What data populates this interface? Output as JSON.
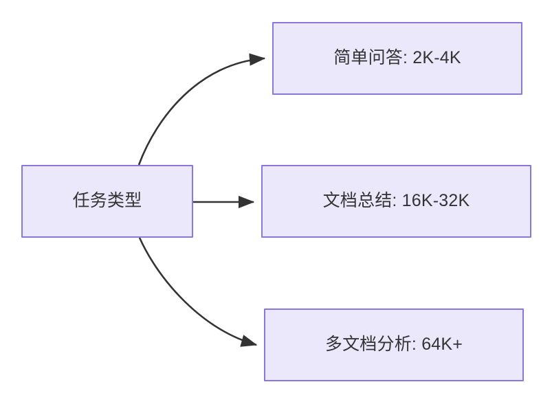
{
  "diagram": {
    "type": "flowchart",
    "direction": "left-to-right",
    "background_color": "#ffffff",
    "node_fill_color": "#ebe8fb",
    "node_border_color": "#8b77d9",
    "node_text_color": "#333333",
    "edge_color": "#333333",
    "nodes": [
      {
        "id": "source",
        "label": "任务类型",
        "role": "root"
      },
      {
        "id": "simple-qa",
        "label": "简单问答: 2K-4K",
        "role": "leaf"
      },
      {
        "id": "doc-summary",
        "label": "文档总结: 16K-32K",
        "role": "leaf"
      },
      {
        "id": "multi-doc",
        "label": "多文档分析: 64K+",
        "role": "leaf"
      }
    ],
    "edges": [
      {
        "id": "edge-source-to-simple-qa",
        "from": "source",
        "to": "simple-qa",
        "label": "",
        "style": "curved-arrow"
      },
      {
        "id": "edge-source-to-doc-summary",
        "from": "source",
        "to": "doc-summary",
        "label": "",
        "style": "straight-arrow"
      },
      {
        "id": "edge-source-to-multi-doc",
        "from": "source",
        "to": "multi-doc",
        "label": "",
        "style": "curved-arrow"
      }
    ]
  }
}
